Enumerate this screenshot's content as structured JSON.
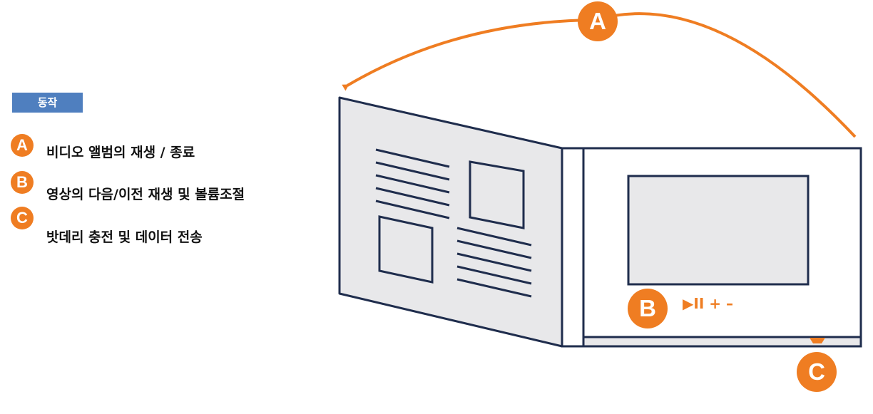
{
  "legend": {
    "header": "동작",
    "items": [
      {
        "letter": "A",
        "text": "비디오 앨범의 재생 / 종료"
      },
      {
        "letter": "B",
        "text": "영상의 다음/이전 재생 및 볼륨조절"
      },
      {
        "letter": "C",
        "text": "밧데리 충전 및 데이터 전송"
      }
    ]
  },
  "diagram": {
    "badge_a": "A",
    "badge_b": "B",
    "badge_c": "C",
    "controls": "▶II + –"
  },
  "colors": {
    "accent": "#ef7d22",
    "header": "#4f7fbf",
    "outline": "#1f2d4d",
    "panel": "#e8e8ea"
  }
}
